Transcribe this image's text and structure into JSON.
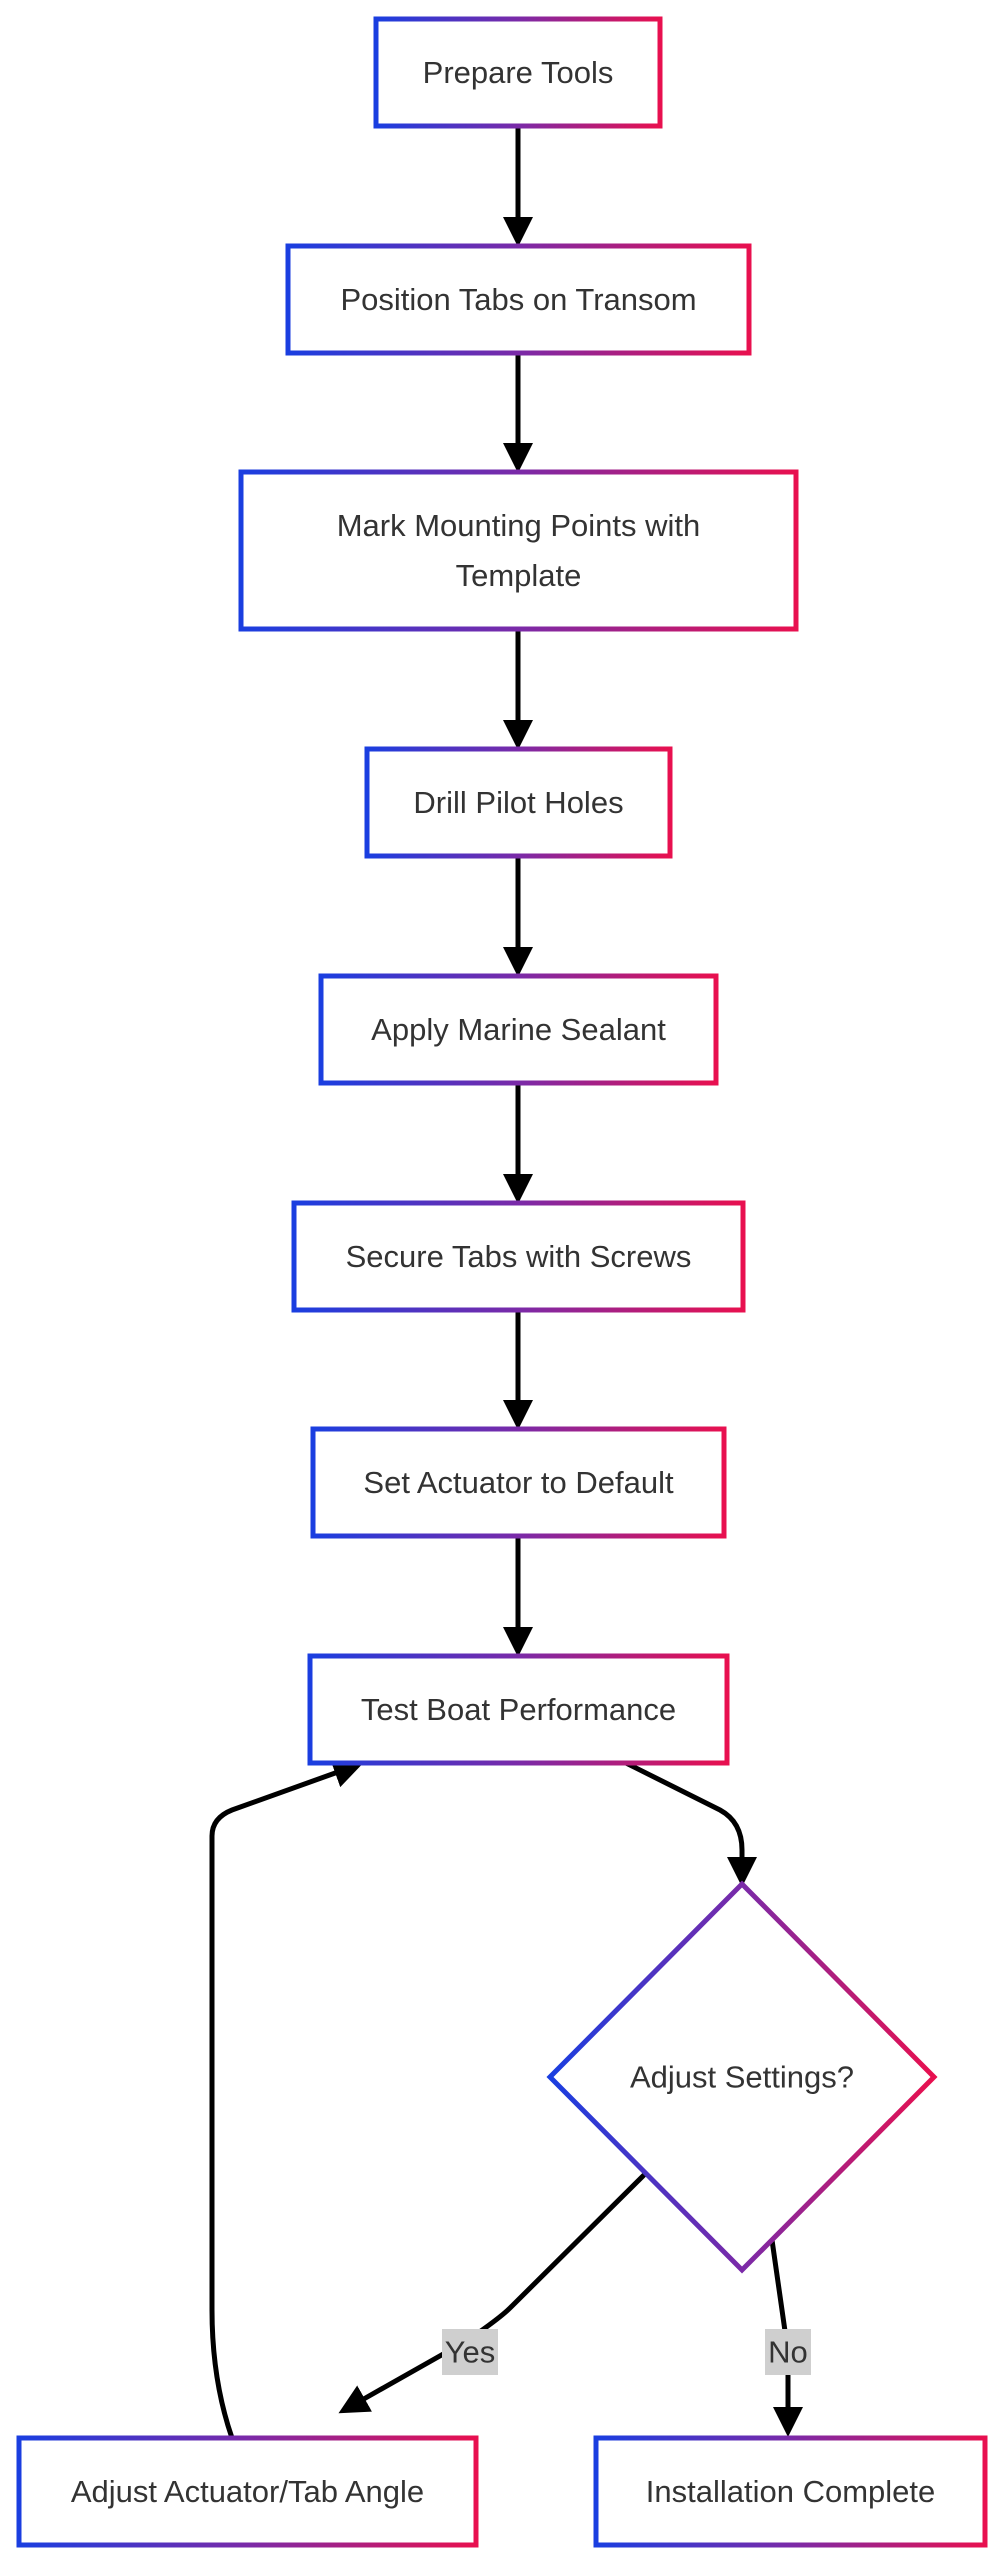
{
  "diagram": {
    "type": "flowchart",
    "nodes": [
      {
        "id": "prepare",
        "lines": [
          "Prepare Tools"
        ],
        "shape": "rect"
      },
      {
        "id": "position",
        "lines": [
          "Position Tabs on Transom"
        ],
        "shape": "rect"
      },
      {
        "id": "mark",
        "lines": [
          "Mark Mounting Points with",
          "Template"
        ],
        "shape": "rect"
      },
      {
        "id": "drill",
        "lines": [
          "Drill Pilot Holes"
        ],
        "shape": "rect"
      },
      {
        "id": "sealant",
        "lines": [
          "Apply Marine Sealant"
        ],
        "shape": "rect"
      },
      {
        "id": "secure",
        "lines": [
          "Secure Tabs with Screws"
        ],
        "shape": "rect"
      },
      {
        "id": "actuator",
        "lines": [
          "Set Actuator to Default"
        ],
        "shape": "rect"
      },
      {
        "id": "test",
        "lines": [
          "Test Boat Performance"
        ],
        "shape": "rect"
      },
      {
        "id": "decision",
        "lines": [
          "Adjust Settings?"
        ],
        "shape": "diamond"
      },
      {
        "id": "adjust",
        "lines": [
          "Adjust Actuator/Tab Angle"
        ],
        "shape": "rect"
      },
      {
        "id": "complete",
        "lines": [
          "Installation Complete"
        ],
        "shape": "rect"
      }
    ],
    "edges": [
      {
        "id": "e1",
        "from": "prepare",
        "to": "position",
        "label": ""
      },
      {
        "id": "e2",
        "from": "position",
        "to": "mark",
        "label": ""
      },
      {
        "id": "e3",
        "from": "mark",
        "to": "drill",
        "label": ""
      },
      {
        "id": "e4",
        "from": "drill",
        "to": "sealant",
        "label": ""
      },
      {
        "id": "e5",
        "from": "sealant",
        "to": "secure",
        "label": ""
      },
      {
        "id": "e6",
        "from": "secure",
        "to": "actuator",
        "label": ""
      },
      {
        "id": "e7",
        "from": "actuator",
        "to": "test",
        "label": ""
      },
      {
        "id": "e8",
        "from": "test",
        "to": "decision",
        "label": ""
      },
      {
        "id": "e9",
        "from": "decision",
        "to": "adjust",
        "label": "Yes"
      },
      {
        "id": "e10",
        "from": "decision",
        "to": "complete",
        "label": "No"
      },
      {
        "id": "e11",
        "from": "adjust",
        "to": "test",
        "label": ""
      }
    ],
    "colors": {
      "border_gradient_start": "#1a3ee0",
      "border_gradient_mid": "#7a2aa8",
      "border_gradient_end": "#e8104f",
      "text": "#333333",
      "edge": "#000000",
      "edge_label_background": "#cfcfcf"
    }
  }
}
